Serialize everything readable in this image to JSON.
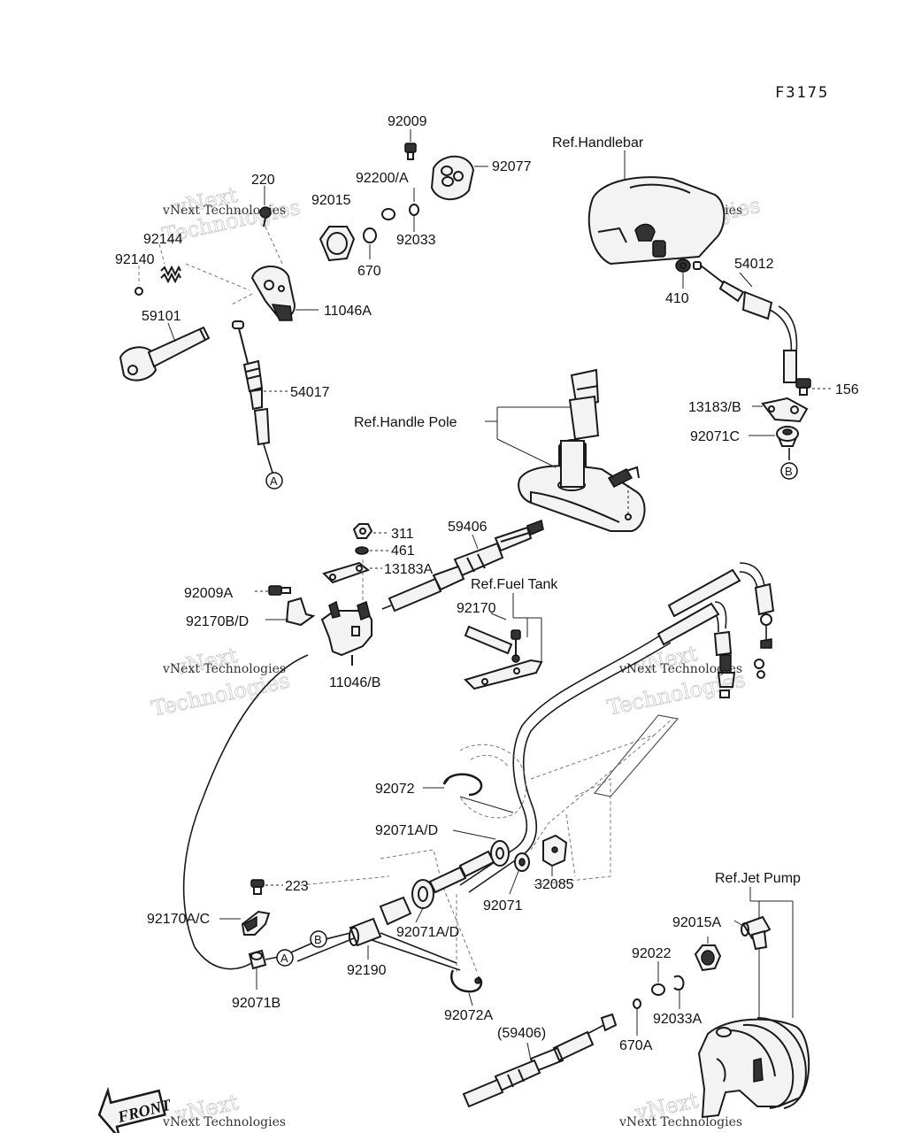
{
  "diagram_code": "F3175",
  "watermark": {
    "line1": "vNext Technologies",
    "line2": "vNext",
    "line3": "Technologies"
  },
  "front_label": "FRONT",
  "refs": {
    "handlebar": "Ref.Handlebar",
    "handle_pole": "Ref.Handle Pole",
    "fuel_tank": "Ref.Fuel Tank",
    "jet_pump": "Ref.Jet Pump"
  },
  "parts": {
    "p92009": "92009",
    "p92077": "92077",
    "p92200A": "92200/A",
    "p220": "220",
    "p92015": "92015",
    "p92033": "92033",
    "p92144": "92144",
    "p670": "670",
    "p92140": "92140",
    "p11046A": "11046A",
    "p59101": "59101",
    "p54017": "54017",
    "p410": "410",
    "p54012": "54012",
    "p156": "156",
    "p13183B": "13183/B",
    "p92071C": "92071C",
    "p59406": "59406",
    "p311": "311",
    "p461": "461",
    "p13183A": "13183A",
    "p92009A": "92009A",
    "p92170BD": "92170B/D",
    "p11046B": "11046/B",
    "p92170": "92170",
    "p92072": "92072",
    "p92071AD_1": "92071A/D",
    "p223": "223",
    "p32085": "32085",
    "p92071": "92071",
    "p92170AC": "92170A/C",
    "p92071AD_2": "92071A/D",
    "p92190": "92190",
    "p92071B": "92071B",
    "p92072A": "92072A",
    "p92015A": "92015A",
    "p92022": "92022",
    "p92033A": "92033A",
    "p59406p": "(59406)",
    "p670A": "670A"
  },
  "markers": {
    "a": "A",
    "b": "B"
  }
}
